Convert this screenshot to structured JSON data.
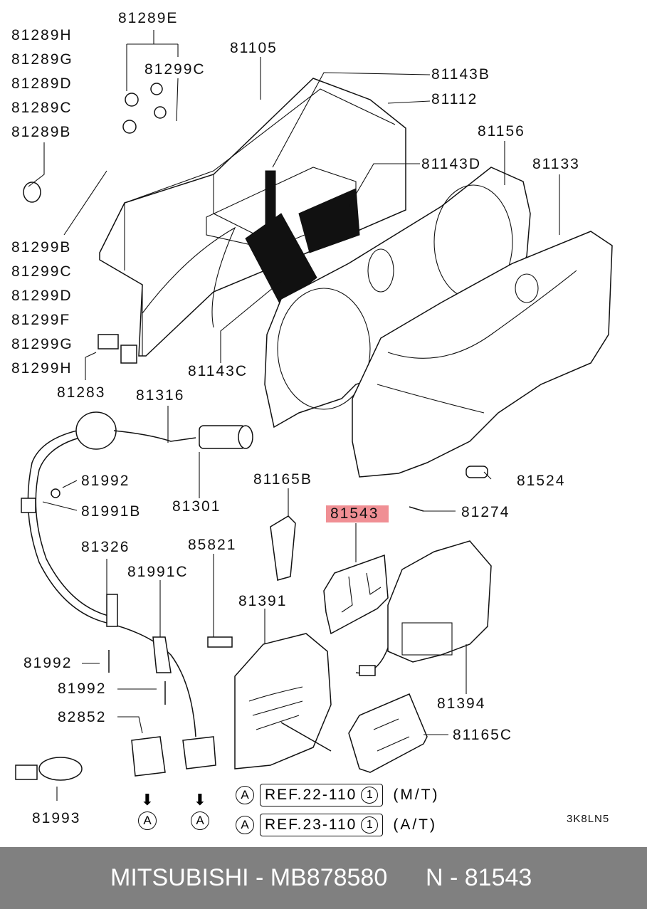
{
  "labels": {
    "p81289E": "81289E",
    "p81289H": "81289H",
    "p81289G": "81289G",
    "p81289D": "81289D",
    "p81289C": "81289C",
    "p81289B": "81289B",
    "p81105": "81105",
    "p81299C_top": "81299C",
    "p81143B": "81143B",
    "p81112": "81112",
    "p81156": "81156",
    "p81143D": "81143D",
    "p81133": "81133",
    "p81299B": "81299B",
    "p81299C": "81299C",
    "p81299D": "81299D",
    "p81299F": "81299F",
    "p81299G": "81299G",
    "p81299H": "81299H",
    "p81143C": "81143C",
    "p81283": "81283",
    "p81316": "81316",
    "p81992_a": "81992",
    "p81991B": "81991B",
    "p81301": "81301",
    "p81165B": "81165B",
    "p81524": "81524",
    "p81543": "81543",
    "p81274": "81274",
    "p81326": "81326",
    "p85821": "85821",
    "p81991C": "81991C",
    "p81391": "81391",
    "p81992_b": "81992",
    "p81992_c": "81992",
    "p82852": "82852",
    "p81394": "81394",
    "p81165C": "81165C",
    "p81993": "81993"
  },
  "highlight_color": "#f08f94",
  "references": [
    {
      "marker": "A",
      "text": "REF.22-110",
      "index": "1",
      "note": "(M/T)"
    },
    {
      "marker": "A",
      "text": "REF.23-110",
      "index": "1",
      "note": "(A/T)"
    }
  ],
  "connector_markers": [
    "A",
    "A"
  ],
  "diagram_code": "3K8LN5",
  "footer": {
    "brand": "MITSUBISHI - MB878580",
    "part_number": "N - 81543",
    "background": "#808080"
  }
}
